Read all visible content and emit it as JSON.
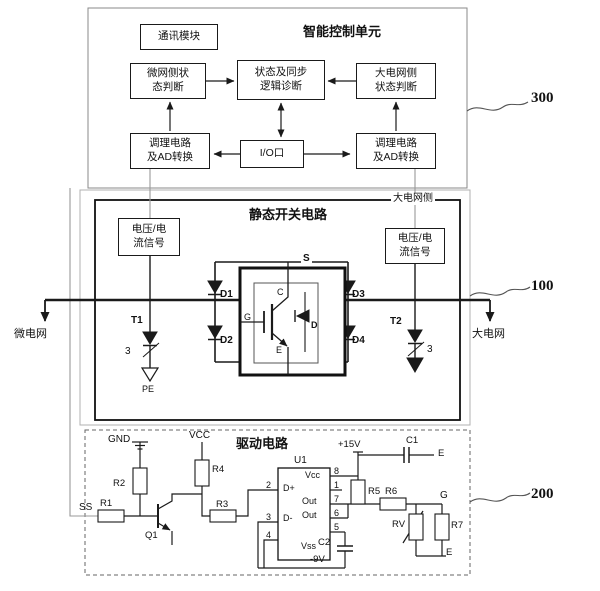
{
  "colors": {
    "line": "#1a1a1a",
    "connector": "#999999",
    "frame_gray": "#9a9a9a"
  },
  "section_labels": {
    "control": "300",
    "switch": "100",
    "drive": "200"
  },
  "control_unit": {
    "title": "智能控制单元",
    "comm_module": "通讯模块",
    "micro_status": "微网侧状\n态判断",
    "sync_logic": "状态及同步\n逻辑诊断",
    "grid_status": "大电网侧\n状态判断",
    "conditioning_left": "调理电路\n及AD转换",
    "io_port": "I/O口",
    "conditioning_right": "调理电路\n及AD转换"
  },
  "switch_circuit": {
    "title": "静态开关电路",
    "grid_side": "大电网侧",
    "signal_left": "电压/电\n流信号",
    "signal_right": "电压/电\n流信号",
    "labels": {
      "d1": "D1",
      "d2": "D2",
      "d3": "D3",
      "d4": "D4",
      "t1": "T1",
      "t2": "T2",
      "s": "S",
      "c": "C",
      "g": "G",
      "e": "E",
      "d": "D",
      "microgrid": "微电网",
      "maingrid": "大电网",
      "pe": "PE",
      "phase_left": "3",
      "phase_right": "3"
    }
  },
  "drive_circuit": {
    "title": "驱动电路",
    "labels": {
      "gnd": "GND",
      "vcc": "VCC",
      "ss": "SS",
      "r1": "R1",
      "r2": "R2",
      "r3": "R3",
      "r4": "R4",
      "r5": "R5",
      "r6": "R6",
      "r7": "R7",
      "q1": "Q1",
      "u1": "U1",
      "rv": "RV",
      "c1": "C1",
      "c2": "C2",
      "p15v": "+15V",
      "n9v": "-9V",
      "g": "G",
      "e_top": "E",
      "e_bottom": "E"
    },
    "u1_pins": {
      "vcc": "Vcc",
      "vss": "Vss",
      "dp": "D+",
      "dm": "D-",
      "out7": "Out",
      "out6": "Out",
      "n1": "1",
      "n2": "2",
      "n3": "3",
      "n4": "4",
      "n5": "5",
      "n6": "6",
      "n7": "7",
      "n8": "8"
    }
  }
}
